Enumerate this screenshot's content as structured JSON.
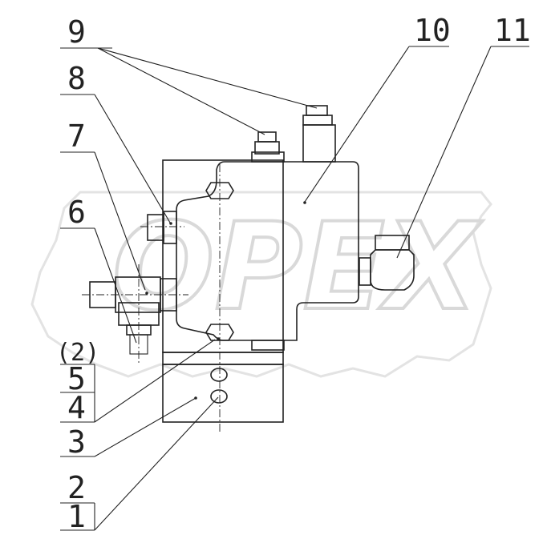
{
  "watermark": "OPEX",
  "callouts": {
    "n1": "1",
    "n2": "2",
    "n2p": "(2)",
    "n3": "3",
    "n4": "4",
    "n5": "5",
    "n6": "6",
    "n7": "7",
    "n8": "8",
    "n9": "9",
    "n10": "10",
    "n11": "11"
  }
}
